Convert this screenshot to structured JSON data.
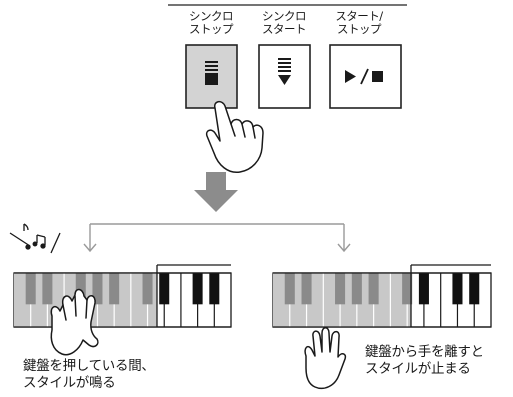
{
  "buttons": [
    {
      "label_line1": "シンクロ",
      "label_line2": "ストップ"
    },
    {
      "label_line1": "シンクロ",
      "label_line2": "スタート"
    },
    {
      "label_line1": "スタート/",
      "label_line2": "ストップ"
    }
  ],
  "captions": {
    "left_line1": "鍵盤を押している間、",
    "left_line2": "スタイルが鳴る",
    "right_line1": "鍵盤から手を離すと",
    "right_line2": "スタイルが止まる"
  }
}
